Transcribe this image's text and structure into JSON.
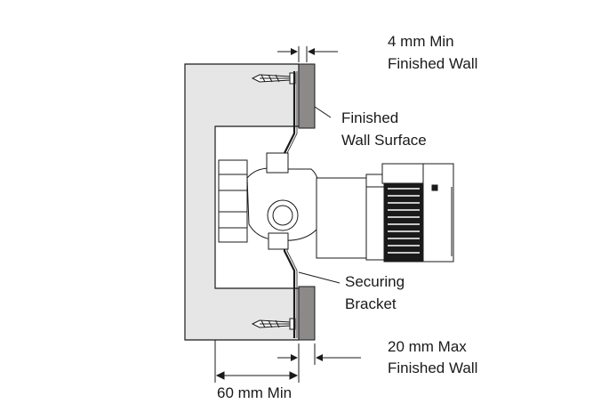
{
  "labels": {
    "min_finished_wall_line1": "4 mm Min",
    "min_finished_wall_line2": "Finished Wall",
    "wall_surface_line1": "Finished",
    "wall_surface_line2": "Wall Surface",
    "bracket_line1": "Securing",
    "bracket_line2": "Bracket",
    "max_finished_wall_line1": "20 mm Max",
    "max_finished_wall_line2": "Finished Wall",
    "depth_min": "60 mm Min"
  },
  "colors": {
    "wall_fill": "#e6e6e7",
    "finish_fill": "#8c8a89",
    "stroke": "#1a1a1a"
  }
}
